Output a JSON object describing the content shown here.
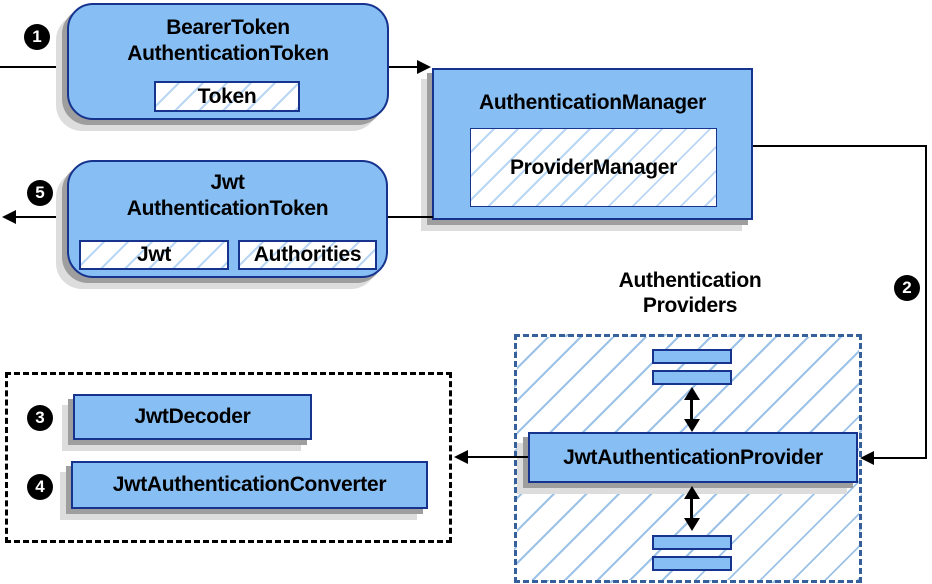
{
  "nodes": {
    "bearer": {
      "line1": "BearerToken",
      "line2": "AuthenticationToken",
      "field": "Token"
    },
    "jwt": {
      "line1": "Jwt",
      "line2": "AuthenticationToken",
      "field1": "Jwt",
      "field2": "Authorities"
    },
    "manager": {
      "title": "AuthenticationManager",
      "impl": "ProviderManager"
    },
    "providers": {
      "label1": "Authentication",
      "label2": "Providers",
      "main": "JwtAuthenticationProvider"
    },
    "helpers": {
      "decoder": "JwtDecoder",
      "converter": "JwtAuthenticationConverter"
    }
  },
  "badges": {
    "b1": "1",
    "b2": "2",
    "b3": "3",
    "b4": "4",
    "b5": "5"
  },
  "colors": {
    "node_fill": "#87BEF3",
    "node_border": "#16338E",
    "hatch": "#9CC2E8",
    "hatch_light": "#B9D7F5",
    "providers_border": "#35609C",
    "shadow_dark": "#9E9E9E",
    "shadow_light": "#DDDDDD",
    "badge_bg": "#000000",
    "badge_fg": "#FFFFFF"
  }
}
